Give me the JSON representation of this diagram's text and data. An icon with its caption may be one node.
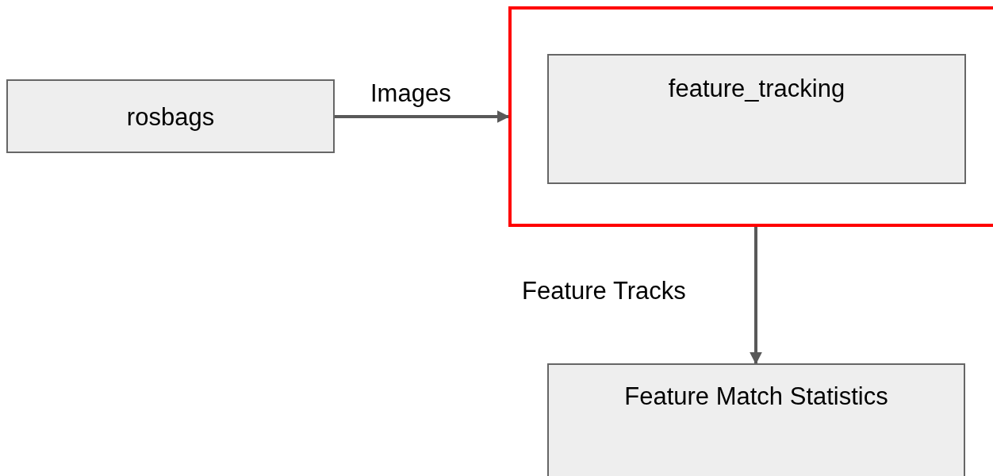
{
  "diagram": {
    "nodes": [
      {
        "text": [
          "rosbags"
        ]
      },
      {
        "text": [],
        "shape": "box"
      },
      {
        "text": [
          "feature_tracking"
        ],
        "in": 1
      },
      {
        "text": [
          "Feature Match Statistics"
        ]
      }
    ],
    "edges": [
      {
        "from": 0,
        "to": 1,
        "arrow": "to",
        "label": "Images"
      },
      {
        "from": 1,
        "to": 3,
        "arrow": "to",
        "label": "Feature Tracks"
      }
    ]
  }
}
